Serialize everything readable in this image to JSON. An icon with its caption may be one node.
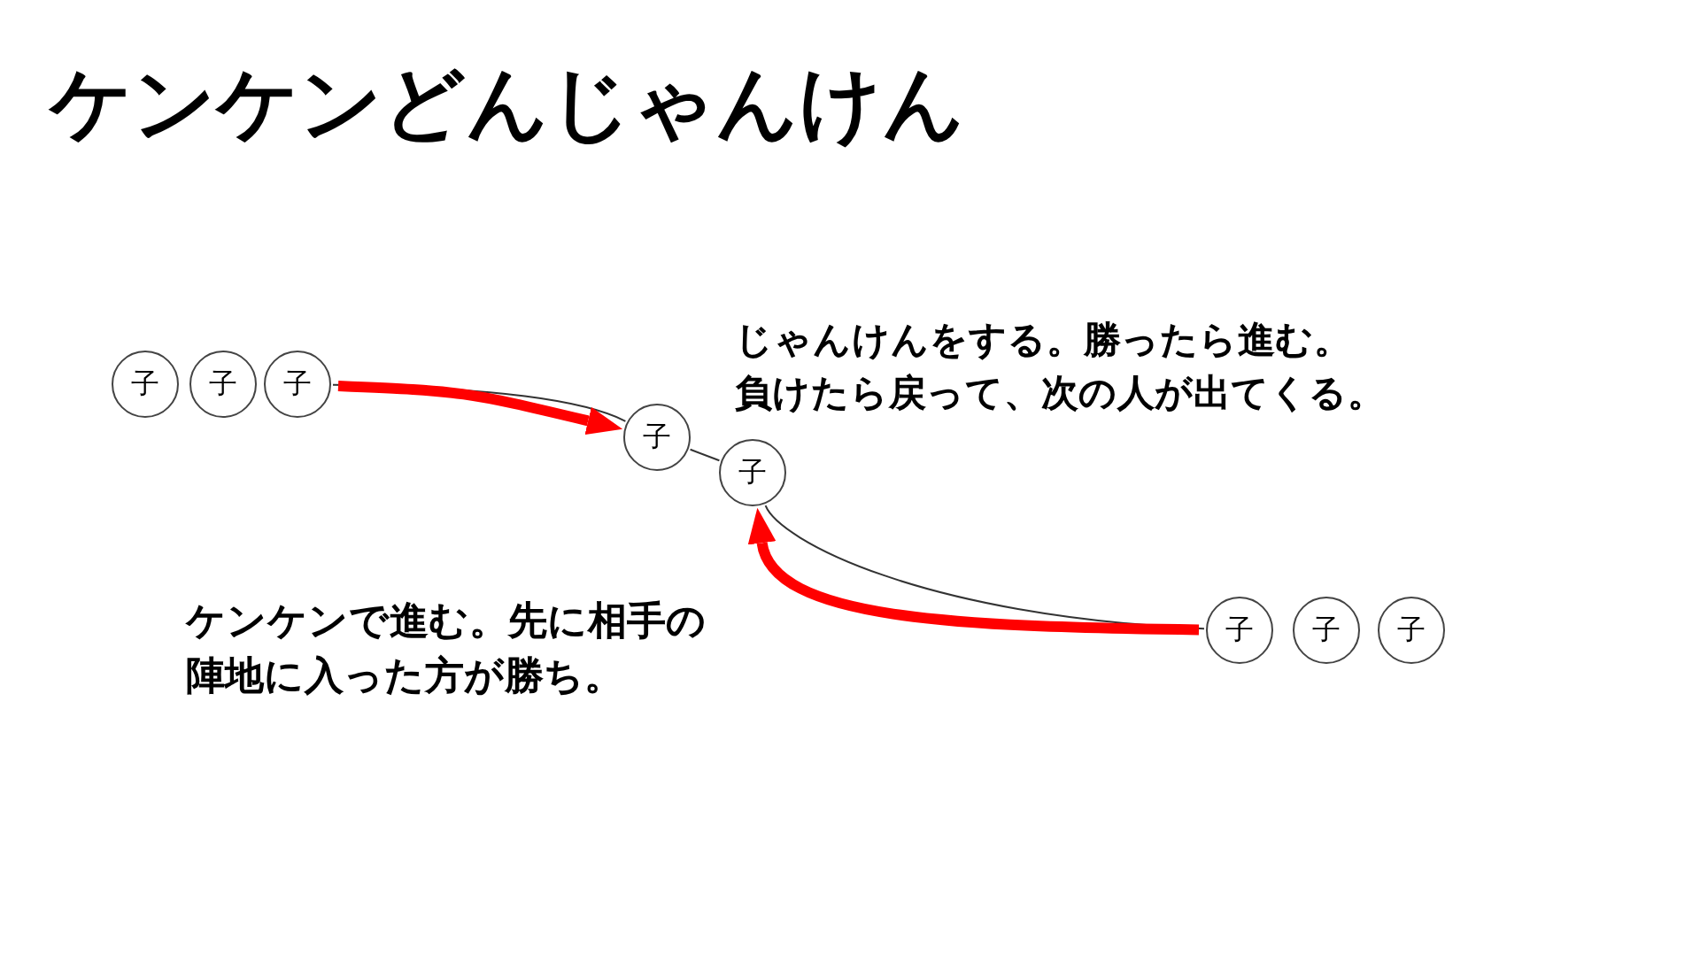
{
  "diagram": {
    "title": "ケンケンどんじゃんけん",
    "nodes": [
      {
        "text": [
          "子"
        ]
      },
      {
        "text": [
          "子"
        ]
      },
      {
        "text": [
          "子"
        ]
      },
      {
        "text": [
          "子"
        ]
      },
      {
        "text": [
          "子"
        ]
      },
      {
        "text": [
          "子"
        ]
      },
      {
        "text": [
          "子"
        ]
      },
      {
        "text": [
          "子"
        ]
      }
    ],
    "edges": [
      {
        "from": 2,
        "to": 3,
        "arrow": "none"
      },
      {
        "from": 3,
        "to": 4,
        "arrow": "none"
      },
      {
        "from": 4,
        "to": 5,
        "arrow": "none"
      },
      {
        "from": 2,
        "to": 3,
        "arrow": "to",
        "style": "thick",
        "color": "#ff0000"
      },
      {
        "from": 5,
        "to": 4,
        "arrow": "to",
        "style": "thick",
        "color": "#ff0000"
      }
    ],
    "labels": [
      "じゃんけんをする。勝ったら進む。",
      "負けたら戻って、次の人が出てくる。",
      "ケンケンで進む。先に相手の陣地に入った方が勝ち。"
    ]
  }
}
